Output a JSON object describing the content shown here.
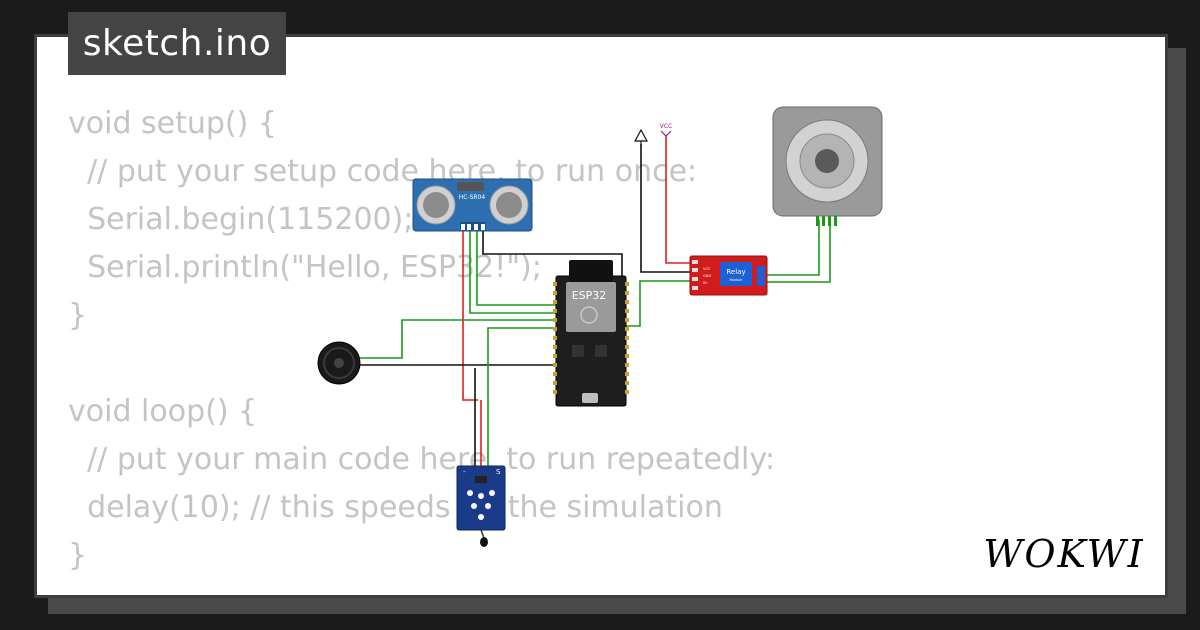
{
  "tab": {
    "filename": "sketch.ino"
  },
  "code_lines": [
    "void setup() {",
    "  // put your setup code here, to run once:",
    "  Serial.begin(115200);",
    "  Serial.println(\"Hello, ESP32!\");",
    "}",
    "",
    "void loop() {",
    "  // put your main code here, to run repeatedly:",
    "  delay(10); // this speeds up the simulation",
    "}"
  ],
  "components": {
    "ultrasonic": {
      "label": "HC-SR04"
    },
    "esp32": {
      "label": "ESP32"
    },
    "relay": {
      "label": "Relay",
      "sublabel": "Module",
      "pins": [
        "VCC",
        "GND",
        "IN"
      ]
    },
    "vcc_label": "VCC",
    "flame_sensor": {
      "pin_minus": "-",
      "pin_s": "S"
    }
  },
  "brand": {
    "name": "WOKWI"
  },
  "colors": {
    "wire_red": "#e02020",
    "wire_green": "#1a9a1a",
    "wire_black": "#111111",
    "code_text": "#c4c4c4",
    "tab_bg": "#444444"
  }
}
